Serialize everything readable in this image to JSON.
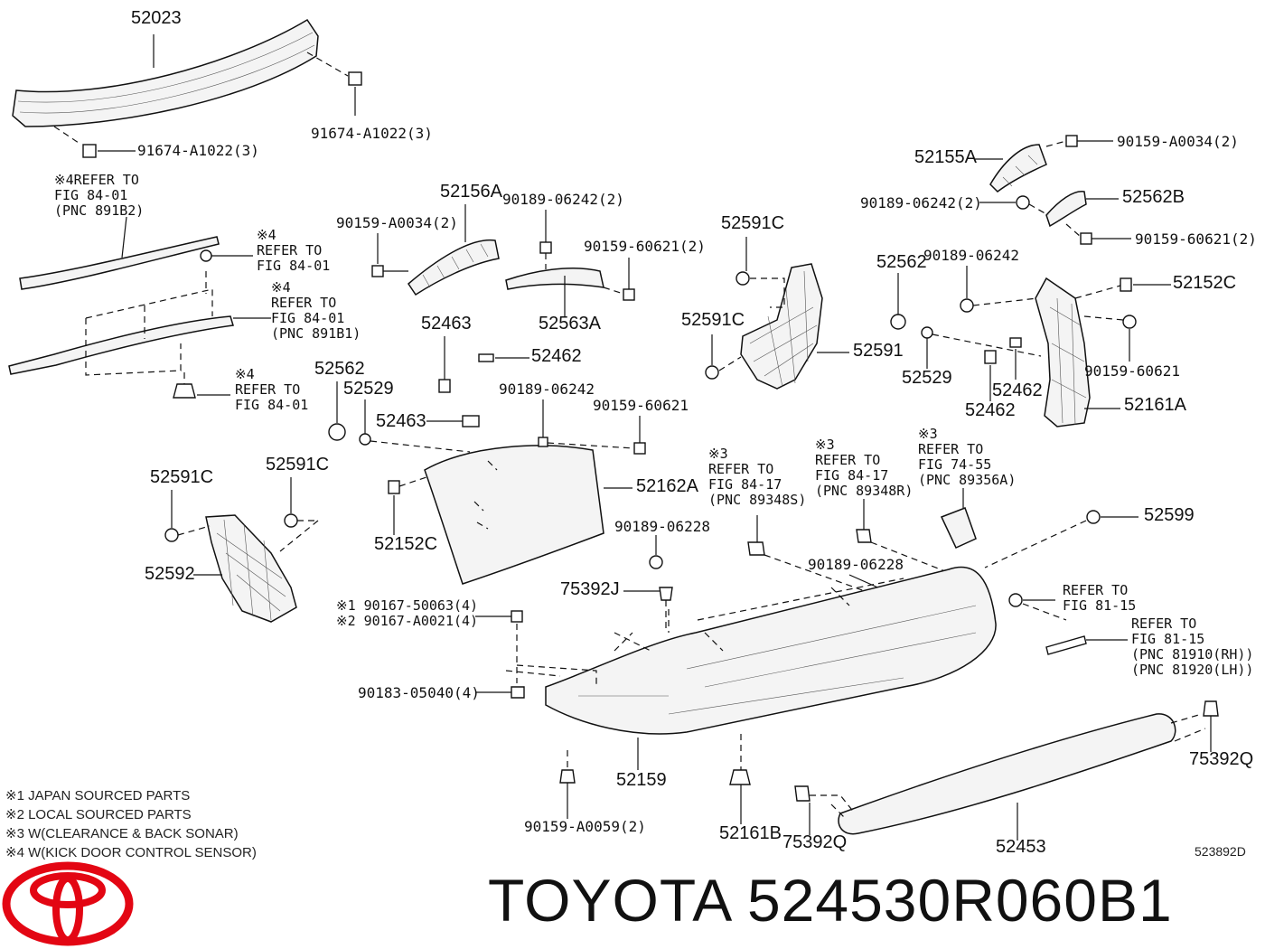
{
  "labels": {
    "p52023": "52023",
    "p91674_r": "91674-A1022(3)",
    "p91674_l": "91674-A1022(3)",
    "ref4_a": "※4REFER TO\nFIG 84-01\n(PNC 891B2)",
    "ref4_b": "※4\nREFER TO\nFIG 84-01",
    "ref4_c": "※4\nREFER TO\nFIG 84-01\n(PNC 891B1)",
    "ref4_d": "※4\nREFER TO\nFIG 84-01",
    "p52156A": "52156A",
    "p90159A0034_a": "90159-A0034(2)",
    "p90189_06242_a": "90189-06242(2)",
    "p90159_60621_a": "90159-60621(2)",
    "p52563A": "52563A",
    "p52463_a": "52463",
    "p52462_a": "52462",
    "p52562_a": "52562",
    "p52529_a": "52529",
    "p52463_b": "52463",
    "p90189_06242_b": "90189-06242",
    "p90159_60621_b": "90159-60621",
    "p52162A": "52162A",
    "p52152C_a": "52152C",
    "p52591C_a": "52591C",
    "p52591C_b": "52591C",
    "p52592": "52592",
    "p52591C_c": "52591C",
    "p52591C_d": "52591C",
    "p52591": "52591",
    "p52155A": "52155A",
    "p90159A0034_b": "90159-A0034(2)",
    "p90189_06242_c": "90189-06242(2)",
    "p52562B": "52562B",
    "p90159_60621_c": "90159-60621(2)",
    "p52562_b": "52562",
    "p90189_06242_d": "90189-06242",
    "p52152C_b": "52152C",
    "p52529_b": "52529",
    "p52462_b": "52462",
    "p52462_c": "52462",
    "p90159_60621_d": "90159-60621",
    "p52161A": "52161A",
    "ref3_a": "※3\nREFER TO\nFIG 84-17\n(PNC 89348S)",
    "ref3_b": "※3\nREFER TO\nFIG 84-17\n(PNC 89348R)",
    "ref3_c": "※3\nREFER TO\nFIG 74-55\n(PNC 89356A)",
    "p90189_06228_a": "90189-06228",
    "p90189_06228_b": "90189-06228",
    "p52599": "52599",
    "p75392J": "75392J",
    "ref_81_15_a": "REFER TO\nFIG 81-15",
    "ref_81_15_b": "REFER TO\nFIG 81-15\n(PNC 81910(RH))\n(PNC 81920(LH))",
    "p90167": "※1 90167-50063(4)\n※2 90167-A0021(4)",
    "p90183": "90183-05040(4)",
    "p52159": "52159",
    "p90159A0059": "90159-A0059(2)",
    "p52161B": "52161B",
    "p75392Q_a": "75392Q",
    "p75392Q_b": "75392Q",
    "p52453": "52453"
  },
  "notes": [
    "※1 JAPAN SOURCED PARTS",
    "※2 LOCAL SOURCED PARTS",
    "※3 W(CLEARANCE & BACK SONAR)",
    "※4 W(KICK DOOR CONTROL SENSOR)"
  ],
  "diagram_code": "523892D",
  "brand_title": "TOYOTA 524530R060B1",
  "brand": {
    "logo_color": "#e30613"
  }
}
